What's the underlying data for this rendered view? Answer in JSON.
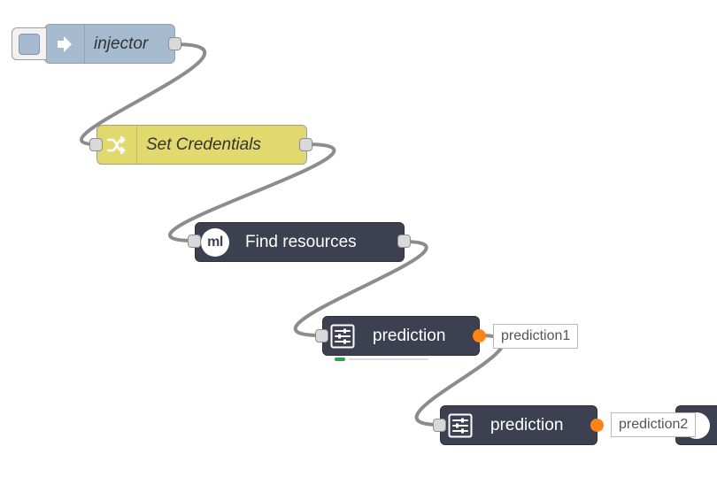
{
  "colors": {
    "wire": "#8c8c8c",
    "inject_fill": "#a6bbcf",
    "function_fill": "#e2d96e",
    "ml_fill": "#3c4051",
    "port_fill": "#d9d9d9",
    "port_active": "#ff8417"
  },
  "nodes": {
    "injector": {
      "label": "injector",
      "icon": "arrow-right-icon"
    },
    "set_credentials": {
      "label": "Set Credentials",
      "icon": "shuffle-icon"
    },
    "find_resources": {
      "label": "Find resources",
      "icon": "ml-icon"
    },
    "prediction_1": {
      "label": "prediction",
      "icon": "sliders-icon",
      "output_label": "prediction1"
    },
    "prediction_2": {
      "label": "prediction",
      "icon": "sliders-icon",
      "output_label": "prediction2"
    }
  }
}
